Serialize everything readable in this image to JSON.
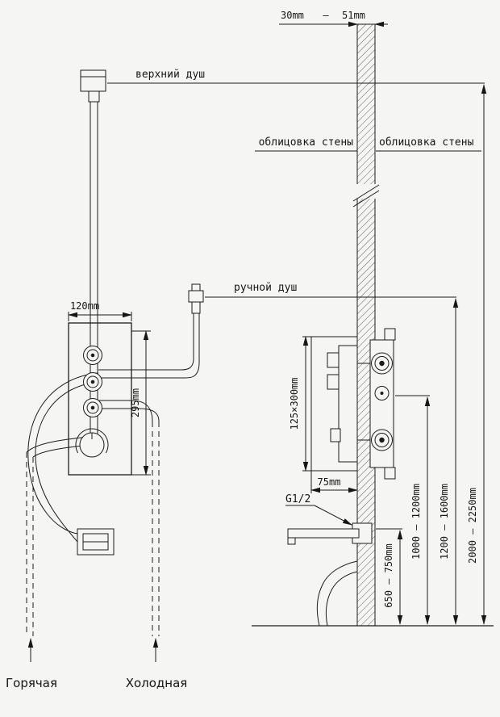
{
  "colors": {
    "background": "#f5f5f3",
    "ink": "#1c1c1c"
  },
  "labels": {
    "wall_min": "30mm",
    "wall_dash": "—",
    "wall_max": "51mm",
    "upper_shower": "верхний душ",
    "cladding_left": "облицовка стены",
    "cladding_right": "облицовка стены",
    "hand_shower": "ручной душ",
    "panel_width": "120mm",
    "panel_height": "295mm",
    "box_size": "125×300mm",
    "box_offset": "75mm",
    "thread": "G1/2",
    "dim_spout": "650 – 750mm",
    "dim_mixer": "1000 – 1200mm",
    "dim_hand": "1200 – 1600mm",
    "dim_upper": "2000 – 2250mm",
    "hot": "Горячая",
    "cold": "Холодная"
  }
}
